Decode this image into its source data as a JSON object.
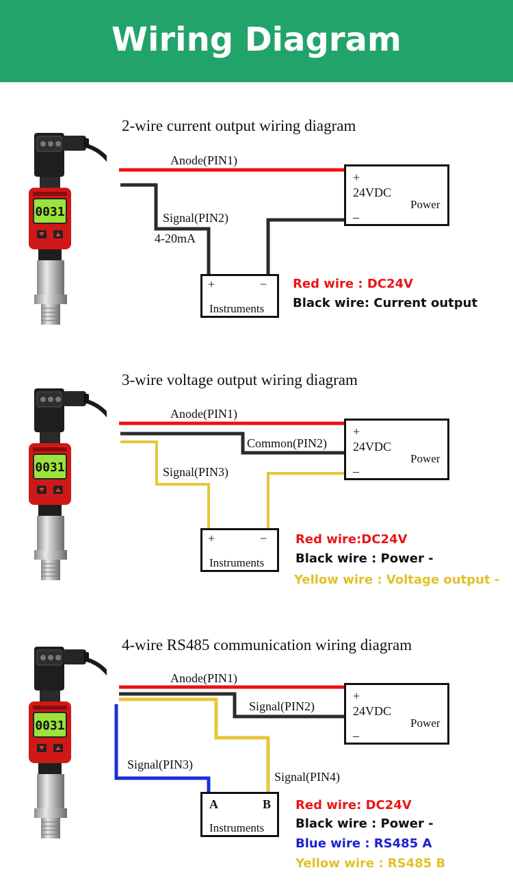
{
  "header": {
    "title": "Wiring Diagram",
    "bg_color": "#22a36a"
  },
  "colors": {
    "red": "#ee1111",
    "black": "#2b2b2b",
    "yellow": "#e6c63a",
    "blue": "#1a2fd6",
    "legend_red": "#e81515",
    "legend_yellow": "#e2c128",
    "legend_blue": "#1a22d0"
  },
  "sensor": {
    "display_text": "0031",
    "icon": "pressure-transmitter-icon"
  },
  "diagram1": {
    "title": "2-wire current output wiring diagram",
    "anode": "Anode(PIN1)",
    "signal": "Signal(PIN2)",
    "current": "4-20mA",
    "power": {
      "plus": "+",
      "voltage": "24VDC",
      "name": "Power",
      "minus": "–"
    },
    "instruments": {
      "plus": "+",
      "minus": "−",
      "name": "Instruments"
    },
    "legend": [
      "Red wire : DC24V",
      "Black wire: Current output"
    ]
  },
  "diagram2": {
    "title": "3-wire voltage output wiring diagram",
    "anode": "Anode(PIN1)",
    "common": "Common(PIN2)",
    "signal": "Signal(PIN3)",
    "power": {
      "plus": "+",
      "voltage": "24VDC",
      "name": "Power",
      "minus": "–"
    },
    "instruments": {
      "plus": "+",
      "minus": "−",
      "name": "Instruments"
    },
    "legend": [
      "Red wire:DC24V",
      "Black wire : Power -",
      "Yellow wire : Voltage output -"
    ]
  },
  "diagram3": {
    "title": "4-wire RS485 communication wiring diagram",
    "anode": "Anode(PIN1)",
    "signal2": "Signal(PIN2)",
    "signal3": "Signal(PIN3)",
    "signal4": "Signal(PIN4)",
    "power": {
      "plus": "+",
      "voltage": "24VDC",
      "name": "Power",
      "minus": "–"
    },
    "instruments": {
      "a": "A",
      "b": "B",
      "name": "Instruments"
    },
    "legend": [
      "Red wire: DC24V",
      "Black wire : Power -",
      "Blue wire : RS485 A",
      "Yellow wire : RS485 B"
    ]
  }
}
